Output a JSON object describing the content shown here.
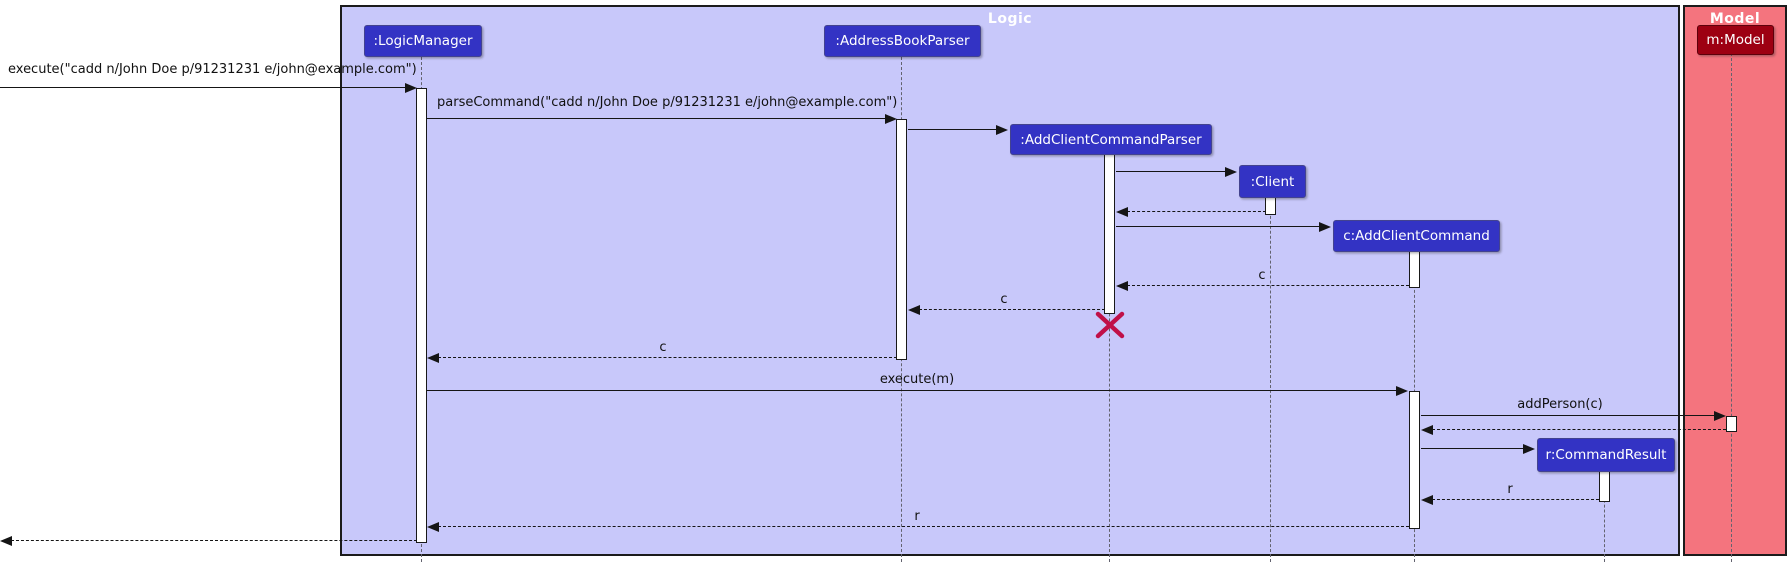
{
  "diagram_type": "uml-sequence-diagram",
  "frames": {
    "logic": {
      "title": "Logic",
      "bg_color": "#C8C8FA"
    },
    "model": {
      "title": "Model",
      "bg_color": "#F4747E"
    }
  },
  "participants": {
    "logic_manager": {
      "label": ":LogicManager"
    },
    "address_book_parser": {
      "label": ":AddressBookParser"
    },
    "add_client_command_parser": {
      "label": ":AddClientCommandParser"
    },
    "client": {
      "label": ":Client"
    },
    "add_client_command": {
      "label": "c:AddClientCommand"
    },
    "command_result": {
      "label": "r:CommandResult"
    },
    "model": {
      "label": "m:Model"
    }
  },
  "messages": {
    "execute_request": {
      "label": "execute(\"cadd n/John Doe p/91231231 e/john@example.com\")",
      "type": "solid-call"
    },
    "parse_command": {
      "label": "parseCommand(\"cadd n/John Doe p/91231231 e/john@example.com\")",
      "type": "solid-call"
    },
    "return_c_to_parser": {
      "label": "c",
      "type": "dashed-return"
    },
    "return_c_to_address_book_parser": {
      "label": "c",
      "type": "dashed-return"
    },
    "return_c_to_logic_manager": {
      "label": "c",
      "type": "dashed-return"
    },
    "execute_m": {
      "label": "execute(m)",
      "type": "solid-call"
    },
    "add_person": {
      "label": "addPerson(c)",
      "type": "solid-call"
    },
    "return_r_to_command": {
      "label": "r",
      "type": "dashed-return"
    },
    "return_r_to_logic_manager": {
      "label": "r",
      "type": "dashed-return"
    }
  },
  "colors": {
    "logic_participant": "#3333C4",
    "model_participant": "#9D0012",
    "logic_frame_bg": "#C8C8FA",
    "model_frame_bg": "#F4747E",
    "destroy_x": "#C01048",
    "message_line": "#151515",
    "frame_title_text": "#FFFFFF"
  }
}
